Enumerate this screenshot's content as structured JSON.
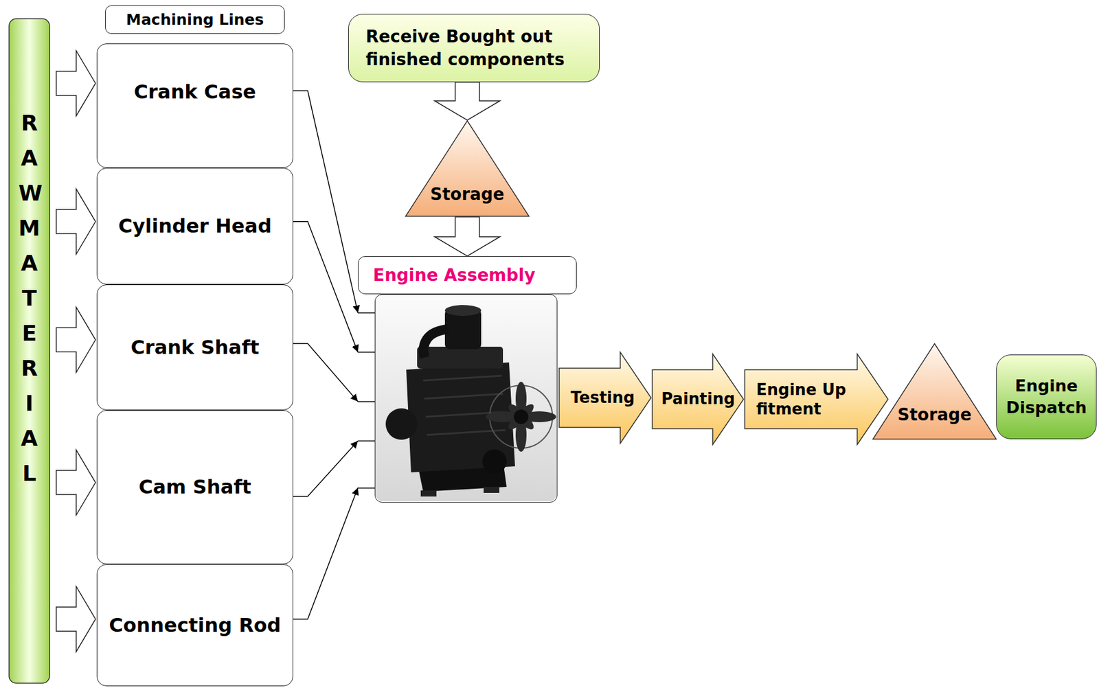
{
  "diagram": {
    "nodes": [
      {
        "text": [
          "RAW MATERIAL"
        ]
      },
      {
        "text": [
          "Machining Lines"
        ]
      },
      {
        "text": [
          "Crank Case"
        ]
      },
      {
        "text": [
          "Cylinder Head"
        ]
      },
      {
        "text": [
          "Crank Shaft"
        ]
      },
      {
        "text": [
          "Cam Shaft"
        ]
      },
      {
        "text": [
          "Connecting Rod"
        ]
      },
      {
        "text": [
          "Receive Bought out finished components"
        ]
      },
      {
        "text": [
          "Storage"
        ]
      },
      {
        "text": [
          "Engine Assembly"
        ]
      },
      {
        "text": [
          "Testing"
        ]
      },
      {
        "text": [
          "Painting"
        ]
      },
      {
        "text": [
          "Engine Up fitment"
        ]
      },
      {
        "text": [
          "Storage"
        ]
      },
      {
        "text": [
          "Engine Dispatch"
        ]
      }
    ],
    "edges": [
      {
        "from": 0,
        "to": 2,
        "arrow": "to"
      },
      {
        "from": 0,
        "to": 3,
        "arrow": "to"
      },
      {
        "from": 0,
        "to": 4,
        "arrow": "to"
      },
      {
        "from": 0,
        "to": 5,
        "arrow": "to"
      },
      {
        "from": 0,
        "to": 6,
        "arrow": "to"
      },
      {
        "from": 7,
        "to": 8,
        "arrow": "to"
      },
      {
        "from": 8,
        "to": 9,
        "arrow": "to"
      },
      {
        "from": 2,
        "to": 9,
        "arrow": "to"
      },
      {
        "from": 3,
        "to": 9,
        "arrow": "to"
      },
      {
        "from": 4,
        "to": 9,
        "arrow": "to"
      },
      {
        "from": 5,
        "to": 9,
        "arrow": "to"
      },
      {
        "from": 6,
        "to": 9,
        "arrow": "to"
      }
    ]
  }
}
